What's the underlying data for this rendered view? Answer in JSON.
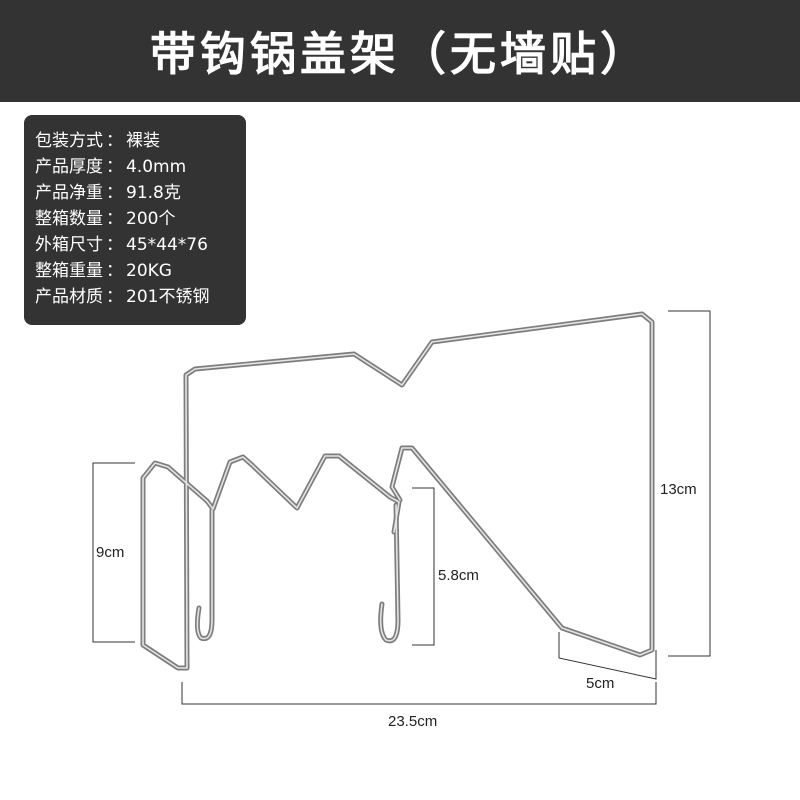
{
  "title": "带钩锅盖架（无墙贴）",
  "specs": [
    {
      "label": "包装方式",
      "value": "裸装"
    },
    {
      "label": "产品厚度",
      "value": "4.0mm"
    },
    {
      "label": "产品净重",
      "value": "91.8克"
    },
    {
      "label": "整箱数量",
      "value": "200个"
    },
    {
      "label": "外箱尺寸",
      "value": "45*44*76"
    },
    {
      "label": "整箱重量",
      "value": "20KG"
    },
    {
      "label": "产品材质",
      "value": "201不锈钢"
    }
  ],
  "separator": "：",
  "dimensions": {
    "height_total": "13cm",
    "height_left": "9cm",
    "hook_length": "5.8cm",
    "depth": "5cm",
    "width": "23.5cm"
  },
  "colors": {
    "header_bg": "#333333",
    "spec_bg": "#333333",
    "text_light": "#ffffff",
    "wire": "#9a9a9a"
  }
}
